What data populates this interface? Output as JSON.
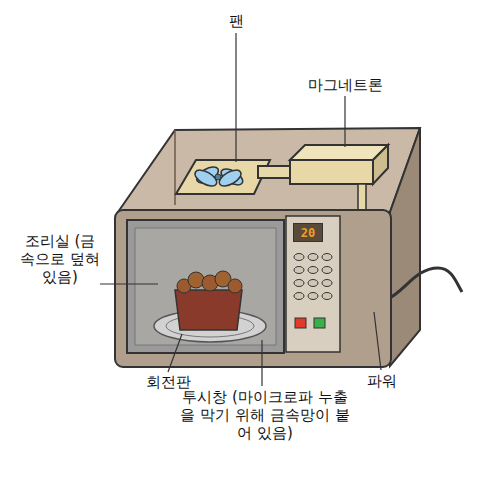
{
  "diagram": {
    "nodes": [
      {
        "text": [
          "20"
        ]
      }
    ],
    "labels": [
      "팬",
      "마그네트론",
      "조리실 (금속으로 덮혀 있음)",
      "회전판",
      "투시창 (마이크로파 누출을 막기 위해 금속망이 붙어 있음)",
      "파워"
    ]
  }
}
